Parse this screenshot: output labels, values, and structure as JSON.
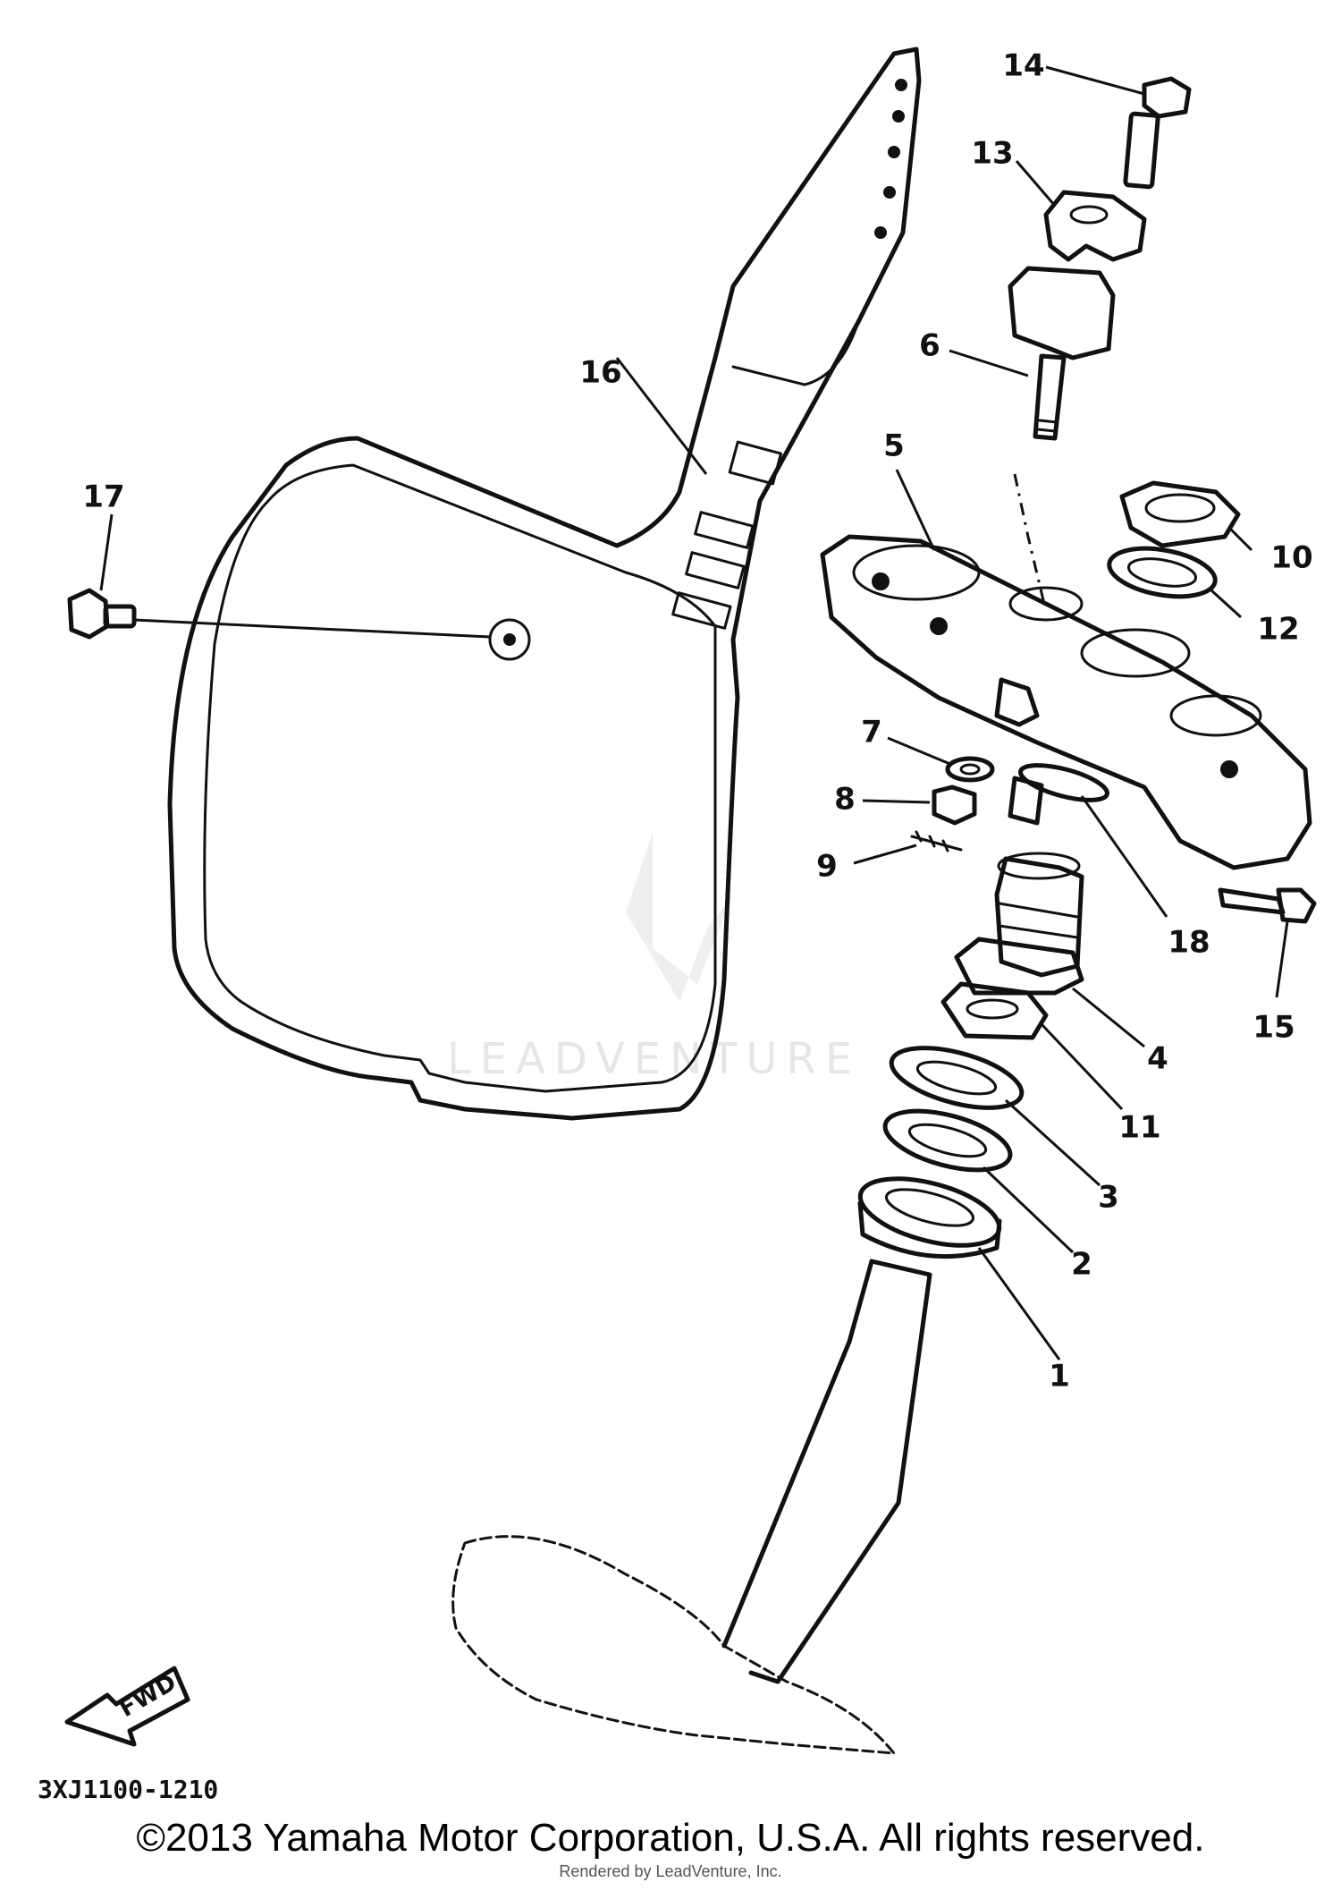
{
  "parts": [
    {
      "number": "1"
    },
    {
      "number": "2"
    },
    {
      "number": "3"
    },
    {
      "number": "4"
    },
    {
      "number": "5"
    },
    {
      "number": "6"
    },
    {
      "number": "7"
    },
    {
      "number": "8"
    },
    {
      "number": "9"
    },
    {
      "number": "10"
    },
    {
      "number": "11"
    },
    {
      "number": "12"
    },
    {
      "number": "13"
    },
    {
      "number": "14"
    },
    {
      "number": "15"
    },
    {
      "number": "16"
    },
    {
      "number": "17"
    },
    {
      "number": "18"
    }
  ],
  "direction_label": "FWD",
  "diagram_code": "3XJ1100-1210",
  "watermark": "LEADVENTURE",
  "copyright": "©2013 Yamaha Motor Corporation, U.S.A. All rights reserved.",
  "rendered_by": "Rendered by LeadVenture, Inc."
}
